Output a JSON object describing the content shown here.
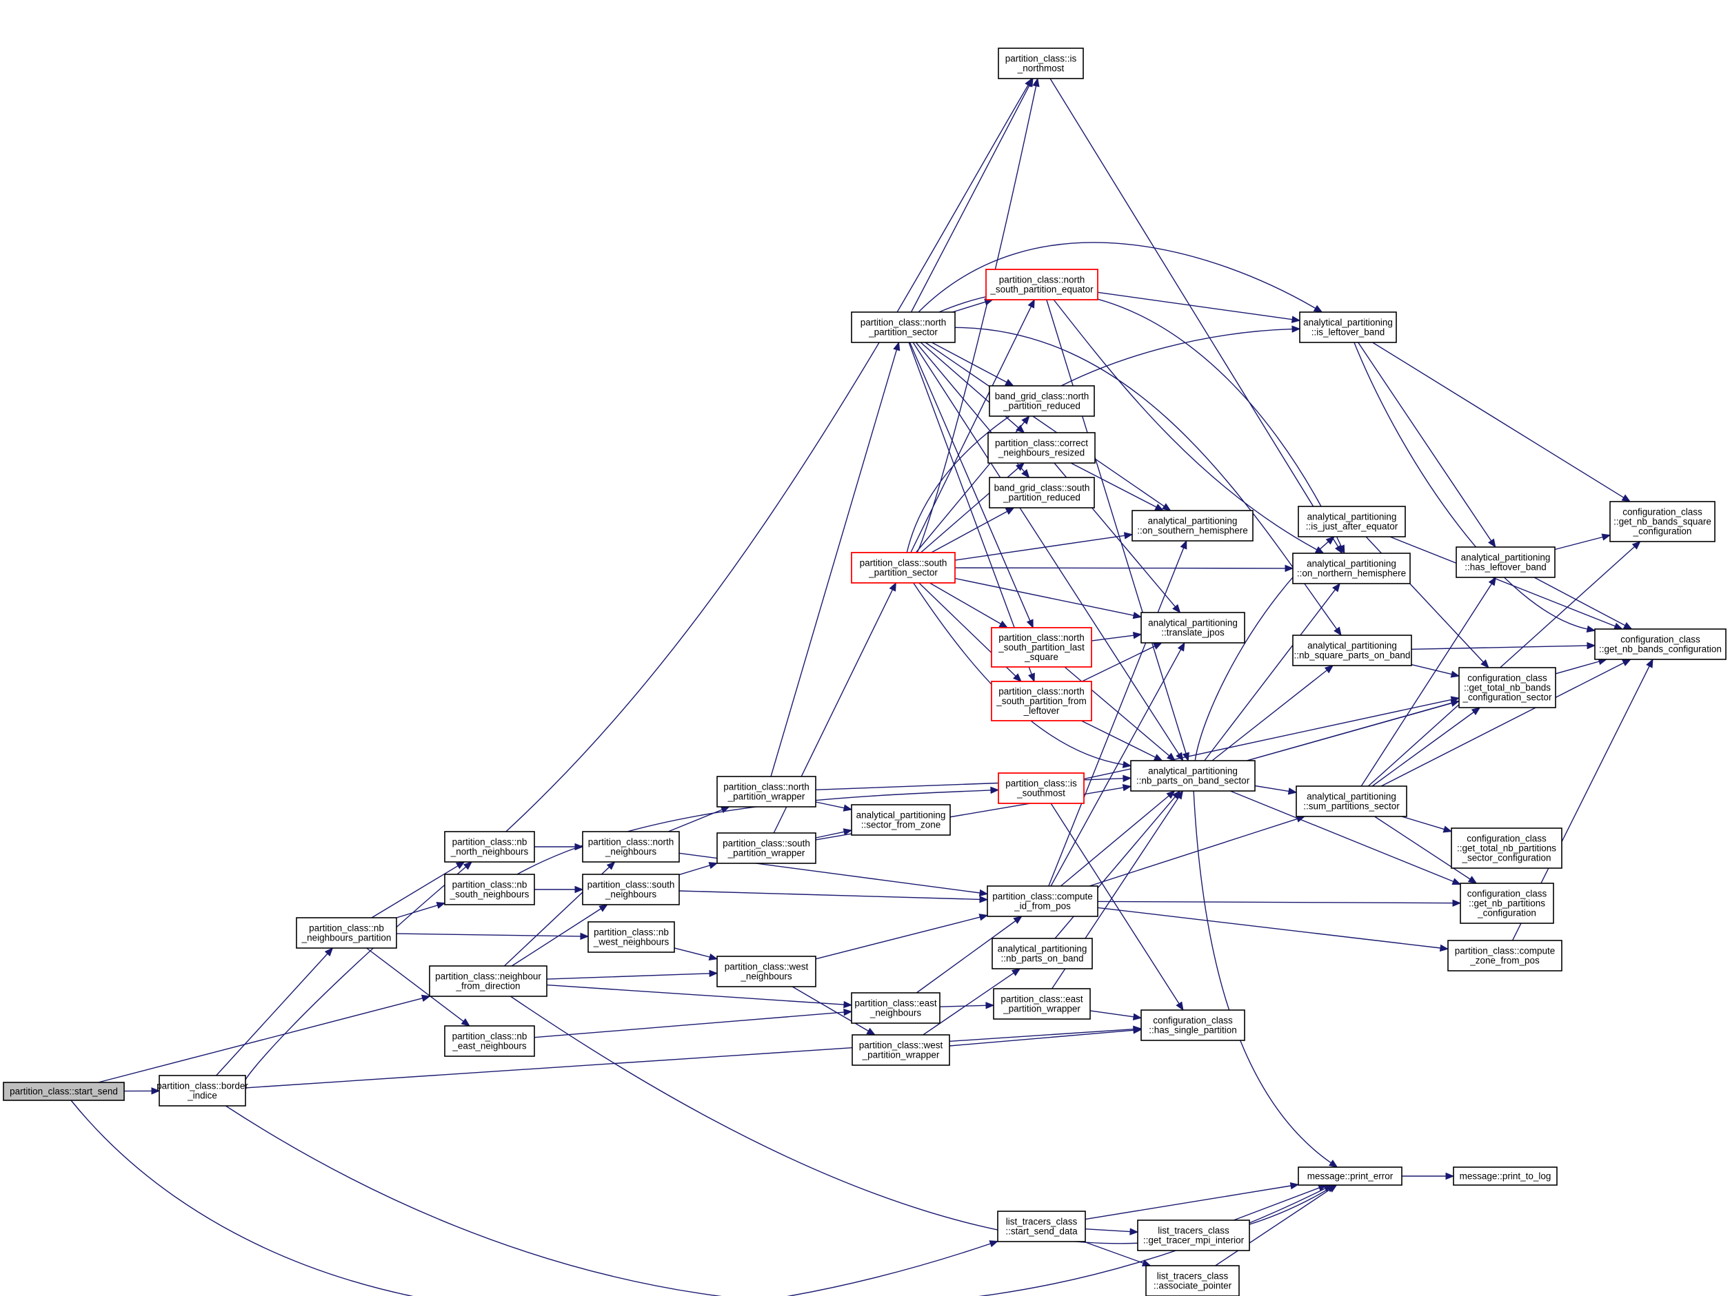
{
  "diagram": {
    "colors": {
      "edge": "#191970",
      "node_border": "#000000",
      "root_fill": "#bfbfbf",
      "truncated_border": "#ff0000",
      "background": "#ffffff"
    },
    "nodes": [
      {
        "id": "start_send",
        "lines": [
          "partition_class::start_send"
        ],
        "root": true
      },
      {
        "id": "border_indice",
        "lines": [
          "partition_class::border",
          "_indice"
        ]
      },
      {
        "id": "nb_neighbours_partition",
        "lines": [
          "partition_class::nb",
          "_neighbours_partition"
        ]
      },
      {
        "id": "nb_north_neighbours",
        "lines": [
          "partition_class::nb",
          "_north_neighbours"
        ]
      },
      {
        "id": "nb_south_neighbours",
        "lines": [
          "partition_class::nb",
          "_south_neighbours"
        ]
      },
      {
        "id": "neighbour_from_direction",
        "lines": [
          "partition_class::neighbour",
          "_from_direction"
        ]
      },
      {
        "id": "nb_east_neighbours",
        "lines": [
          "partition_class::nb",
          "_east_neighbours"
        ]
      },
      {
        "id": "north_neighbours",
        "lines": [
          "partition_class::north",
          "_neighbours"
        ]
      },
      {
        "id": "south_neighbours",
        "lines": [
          "partition_class::south",
          "_neighbours"
        ]
      },
      {
        "id": "nb_west_neighbours",
        "lines": [
          "partition_class::nb",
          "_west_neighbours"
        ]
      },
      {
        "id": "north_partition_wrapper",
        "lines": [
          "partition_class::north",
          "_partition_wrapper"
        ]
      },
      {
        "id": "south_partition_wrapper",
        "lines": [
          "partition_class::south",
          "_partition_wrapper"
        ]
      },
      {
        "id": "west_neighbours",
        "lines": [
          "partition_class::west",
          "_neighbours"
        ]
      },
      {
        "id": "east_neighbours",
        "lines": [
          "partition_class::east",
          "_neighbours"
        ]
      },
      {
        "id": "west_partition_wrapper",
        "lines": [
          "partition_class::west",
          "_partition_wrapper"
        ]
      },
      {
        "id": "sector_from_zone",
        "lines": [
          "analytical_partitioning",
          "::sector_from_zone"
        ]
      },
      {
        "id": "north_partition_sector",
        "lines": [
          "partition_class::north",
          "_partition_sector"
        ]
      },
      {
        "id": "south_partition_sector",
        "lines": [
          "partition_class::south",
          "_partition_sector"
        ],
        "truncated": true
      },
      {
        "id": "is_northmost",
        "lines": [
          "partition_class::is",
          "_northmost"
        ]
      },
      {
        "id": "ns_partition_equator",
        "lines": [
          "partition_class::north",
          "_south_partition_equator"
        ],
        "truncated": true
      },
      {
        "id": "bg_north_partition_reduced",
        "lines": [
          "band_grid_class::north",
          "_partition_reduced"
        ]
      },
      {
        "id": "correct_neighbours_resized",
        "lines": [
          "partition_class::correct",
          "_neighbours_resized"
        ]
      },
      {
        "id": "bg_south_partition_reduced",
        "lines": [
          "band_grid_class::south",
          "_partition_reduced"
        ]
      },
      {
        "id": "ns_partition_last_square",
        "lines": [
          "partition_class::north",
          "_south_partition_last",
          "_square"
        ],
        "truncated": true
      },
      {
        "id": "ns_partition_from_leftover",
        "lines": [
          "partition_class::north",
          "_south_partition_from",
          "_leftover"
        ],
        "truncated": true
      },
      {
        "id": "is_southmost",
        "lines": [
          "partition_class::is",
          "_southmost"
        ],
        "truncated": true
      },
      {
        "id": "compute_id_from_pos",
        "lines": [
          "partition_class::compute",
          "_id_from_pos"
        ]
      },
      {
        "id": "nb_parts_on_band",
        "lines": [
          "analytical_partitioning",
          "::nb_parts_on_band"
        ]
      },
      {
        "id": "east_partition_wrapper",
        "lines": [
          "partition_class::east",
          "_partition_wrapper"
        ]
      },
      {
        "id": "on_southern_hemisphere",
        "lines": [
          "analytical_partitioning",
          "::on_southern_hemisphere"
        ]
      },
      {
        "id": "translate_jpos",
        "lines": [
          "analytical_partitioning",
          "::translate_jpos"
        ]
      },
      {
        "id": "nb_parts_on_band_sector",
        "lines": [
          "analytical_partitioning",
          "::nb_parts_on_band_sector"
        ]
      },
      {
        "id": "has_single_partition",
        "lines": [
          "configuration_class",
          "::has_single_partition"
        ]
      },
      {
        "id": "is_leftover_band",
        "lines": [
          "analytical_partitioning",
          "::is_leftover_band"
        ]
      },
      {
        "id": "is_just_after_equator",
        "lines": [
          "analytical_partitioning",
          "::is_just_after_equator"
        ]
      },
      {
        "id": "on_northern_hemisphere",
        "lines": [
          "analytical_partitioning",
          "::on_northern_hemisphere"
        ]
      },
      {
        "id": "nb_square_parts_on_band",
        "lines": [
          "analytical_partitioning",
          "::nb_square_parts_on_band"
        ]
      },
      {
        "id": "sum_partitions_sector",
        "lines": [
          "analytical_partitioning",
          "::sum_partitions_sector"
        ]
      },
      {
        "id": "has_leftover_band",
        "lines": [
          "analytical_partitioning",
          "::has_leftover_band"
        ]
      },
      {
        "id": "get_total_nb_bands_configuration_sector",
        "lines": [
          "configuration_class",
          "::get_total_nb_bands",
          "_configuration_sector"
        ]
      },
      {
        "id": "get_total_nb_partitions_sector_configuration",
        "lines": [
          "configuration_class",
          "::get_total_nb_partitions",
          "_sector_configuration"
        ]
      },
      {
        "id": "get_nb_partitions_configuration",
        "lines": [
          "configuration_class",
          "::get_nb_partitions",
          "_configuration"
        ]
      },
      {
        "id": "compute_zone_from_pos",
        "lines": [
          "partition_class::compute",
          "_zone_from_pos"
        ]
      },
      {
        "id": "get_nb_bands_square_configuration",
        "lines": [
          "configuration_class",
          "::get_nb_bands_square",
          "_configuration"
        ]
      },
      {
        "id": "get_nb_bands_configuration",
        "lines": [
          "configuration_class",
          "::get_nb_bands_configuration"
        ]
      },
      {
        "id": "print_error",
        "lines": [
          "message::print_error"
        ]
      },
      {
        "id": "print_to_log",
        "lines": [
          "message::print_to_log"
        ]
      },
      {
        "id": "start_send_data",
        "lines": [
          "list_tracers_class",
          "::start_send_data"
        ]
      },
      {
        "id": "get_tracer_mpi_interior",
        "lines": [
          "list_tracers_class",
          "::get_tracer_mpi_interior"
        ]
      },
      {
        "id": "associate_pointer",
        "lines": [
          "list_tracers_class",
          "::associate_pointer"
        ]
      }
    ],
    "edges": [
      [
        "start_send",
        "border_indice"
      ],
      [
        "start_send",
        "neighbour_from_direction"
      ],
      [
        "start_send",
        "start_send_data"
      ],
      [
        "border_indice",
        "nb_neighbours_partition"
      ],
      [
        "border_indice",
        "nb_north_neighbours"
      ],
      [
        "border_indice",
        "has_single_partition"
      ],
      [
        "border_indice",
        "print_error"
      ],
      [
        "nb_neighbours_partition",
        "nb_north_neighbours"
      ],
      [
        "nb_neighbours_partition",
        "nb_south_neighbours"
      ],
      [
        "nb_neighbours_partition",
        "nb_west_neighbours"
      ],
      [
        "nb_neighbours_partition",
        "nb_east_neighbours"
      ],
      [
        "nb_north_neighbours",
        "north_neighbours"
      ],
      [
        "nb_north_neighbours",
        "is_northmost"
      ],
      [
        "nb_south_neighbours",
        "south_neighbours"
      ],
      [
        "nb_south_neighbours",
        "is_southmost"
      ],
      [
        "nb_west_neighbours",
        "west_neighbours"
      ],
      [
        "nb_east_neighbours",
        "east_neighbours"
      ],
      [
        "neighbour_from_direction",
        "north_neighbours"
      ],
      [
        "neighbour_from_direction",
        "south_neighbours"
      ],
      [
        "neighbour_from_direction",
        "west_neighbours"
      ],
      [
        "neighbour_from_direction",
        "east_neighbours"
      ],
      [
        "neighbour_from_direction",
        "print_error"
      ],
      [
        "north_neighbours",
        "north_partition_wrapper"
      ],
      [
        "north_neighbours",
        "compute_id_from_pos"
      ],
      [
        "south_neighbours",
        "south_partition_wrapper"
      ],
      [
        "south_neighbours",
        "compute_id_from_pos"
      ],
      [
        "north_partition_wrapper",
        "north_partition_sector"
      ],
      [
        "north_partition_wrapper",
        "sector_from_zone"
      ],
      [
        "north_partition_wrapper",
        "nb_parts_on_band_sector"
      ],
      [
        "south_partition_wrapper",
        "south_partition_sector"
      ],
      [
        "south_partition_wrapper",
        "sector_from_zone"
      ],
      [
        "south_partition_wrapper",
        "nb_parts_on_band_sector"
      ],
      [
        "west_neighbours",
        "west_partition_wrapper"
      ],
      [
        "west_neighbours",
        "compute_id_from_pos"
      ],
      [
        "east_neighbours",
        "east_partition_wrapper"
      ],
      [
        "east_neighbours",
        "compute_id_from_pos"
      ],
      [
        "west_partition_wrapper",
        "nb_parts_on_band"
      ],
      [
        "west_partition_wrapper",
        "has_single_partition"
      ],
      [
        "east_partition_wrapper",
        "nb_parts_on_band_sector"
      ],
      [
        "east_partition_wrapper",
        "has_single_partition"
      ],
      [
        "north_partition_sector",
        "is_northmost"
      ],
      [
        "north_partition_sector",
        "ns_partition_equator"
      ],
      [
        "north_partition_sector",
        "bg_north_partition_reduced"
      ],
      [
        "north_partition_sector",
        "correct_neighbours_resized"
      ],
      [
        "north_partition_sector",
        "bg_south_partition_reduced"
      ],
      [
        "north_partition_sector",
        "ns_partition_last_square"
      ],
      [
        "north_partition_sector",
        "ns_partition_from_leftover"
      ],
      [
        "north_partition_sector",
        "is_leftover_band"
      ],
      [
        "north_partition_sector",
        "on_southern_hemisphere"
      ],
      [
        "north_partition_sector",
        "on_northern_hemisphere"
      ],
      [
        "north_partition_sector",
        "nb_parts_on_band_sector"
      ],
      [
        "north_partition_sector",
        "nb_square_parts_on_band"
      ],
      [
        "south_partition_sector",
        "is_northmost"
      ],
      [
        "south_partition_sector",
        "ns_partition_equator"
      ],
      [
        "south_partition_sector",
        "bg_north_partition_reduced"
      ],
      [
        "south_partition_sector",
        "correct_neighbours_resized"
      ],
      [
        "south_partition_sector",
        "bg_south_partition_reduced"
      ],
      [
        "south_partition_sector",
        "ns_partition_last_square"
      ],
      [
        "south_partition_sector",
        "ns_partition_from_leftover"
      ],
      [
        "south_partition_sector",
        "on_southern_hemisphere"
      ],
      [
        "south_partition_sector",
        "on_northern_hemisphere"
      ],
      [
        "south_partition_sector",
        "translate_jpos"
      ],
      [
        "south_partition_sector",
        "nb_parts_on_band_sector"
      ],
      [
        "south_partition_sector",
        "is_leftover_band"
      ],
      [
        "is_northmost",
        "on_northern_hemisphere"
      ],
      [
        "ns_partition_equator",
        "is_leftover_band"
      ],
      [
        "ns_partition_equator",
        "nb_parts_on_band_sector"
      ],
      [
        "ns_partition_equator",
        "on_northern_hemisphere"
      ],
      [
        "correct_neighbours_resized",
        "on_southern_hemisphere"
      ],
      [
        "correct_neighbours_resized",
        "translate_jpos"
      ],
      [
        "ns_partition_last_square",
        "translate_jpos"
      ],
      [
        "ns_partition_last_square",
        "nb_parts_on_band_sector"
      ],
      [
        "ns_partition_from_leftover",
        "translate_jpos"
      ],
      [
        "ns_partition_from_leftover",
        "nb_parts_on_band_sector"
      ],
      [
        "is_southmost",
        "get_total_nb_bands_configuration_sector"
      ],
      [
        "is_southmost",
        "has_single_partition"
      ],
      [
        "compute_id_from_pos",
        "on_southern_hemisphere"
      ],
      [
        "compute_id_from_pos",
        "translate_jpos"
      ],
      [
        "compute_id_from_pos",
        "nb_parts_on_band_sector"
      ],
      [
        "compute_id_from_pos",
        "sum_partitions_sector"
      ],
      [
        "compute_id_from_pos",
        "get_nb_partitions_configuration"
      ],
      [
        "compute_id_from_pos",
        "compute_zone_from_pos"
      ],
      [
        "nb_parts_on_band",
        "nb_parts_on_band_sector"
      ],
      [
        "nb_parts_on_band_sector",
        "nb_square_parts_on_band"
      ],
      [
        "nb_parts_on_band_sector",
        "sum_partitions_sector"
      ],
      [
        "nb_parts_on_band_sector",
        "get_total_nb_bands_configuration_sector"
      ],
      [
        "nb_parts_on_band_sector",
        "get_nb_partitions_configuration"
      ],
      [
        "nb_parts_on_band_sector",
        "get_nb_bands_configuration"
      ],
      [
        "nb_parts_on_band_sector",
        "is_just_after_equator"
      ],
      [
        "nb_parts_on_band_sector",
        "on_northern_hemisphere"
      ],
      [
        "nb_parts_on_band_sector",
        "print_error"
      ],
      [
        "is_leftover_band",
        "get_nb_bands_square_configuration"
      ],
      [
        "is_leftover_band",
        "has_leftover_band"
      ],
      [
        "is_leftover_band",
        "get_nb_bands_configuration"
      ],
      [
        "is_just_after_equator",
        "get_nb_bands_configuration"
      ],
      [
        "is_just_after_equator",
        "get_total_nb_bands_configuration_sector"
      ],
      [
        "nb_square_parts_on_band",
        "get_nb_bands_configuration"
      ],
      [
        "nb_square_parts_on_band",
        "get_total_nb_bands_configuration_sector"
      ],
      [
        "sum_partitions_sector",
        "has_leftover_band"
      ],
      [
        "sum_partitions_sector",
        "get_nb_bands_square_configuration"
      ],
      [
        "sum_partitions_sector",
        "get_total_nb_bands_configuration_sector"
      ],
      [
        "sum_partitions_sector",
        "get_total_nb_partitions_sector_configuration"
      ],
      [
        "sum_partitions_sector",
        "get_nb_partitions_configuration"
      ],
      [
        "sum_partitions_sector",
        "get_nb_bands_configuration"
      ],
      [
        "has_leftover_band",
        "get_nb_bands_square_configuration"
      ],
      [
        "has_leftover_band",
        "get_nb_bands_configuration"
      ],
      [
        "compute_zone_from_pos",
        "get_nb_bands_configuration"
      ],
      [
        "print_error",
        "print_to_log"
      ],
      [
        "start_send_data",
        "print_error"
      ],
      [
        "start_send_data",
        "get_tracer_mpi_interior"
      ],
      [
        "start_send_data",
        "associate_pointer"
      ],
      [
        "get_tracer_mpi_interior",
        "print_error"
      ],
      [
        "associate_pointer",
        "print_error"
      ]
    ]
  }
}
